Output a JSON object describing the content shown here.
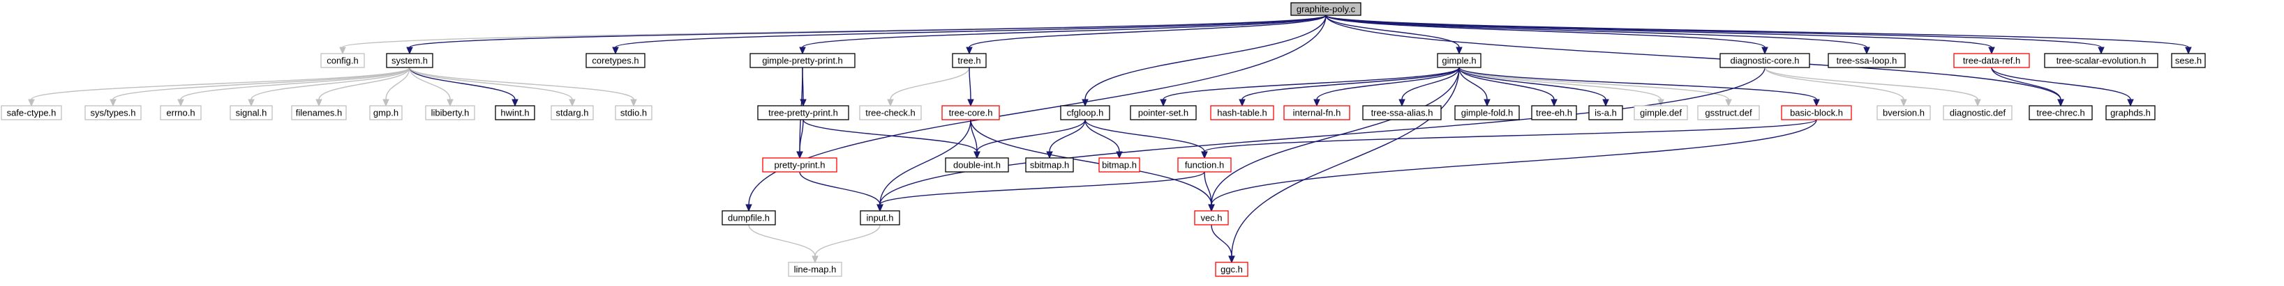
{
  "graph": {
    "nodes": [
      {
        "id": "graphite-poly.c",
        "label": "graphite-poly.c",
        "style": "root"
      },
      {
        "id": "config.h",
        "label": "config.h",
        "style": "gray"
      },
      {
        "id": "system.h",
        "label": "system.h",
        "style": "black"
      },
      {
        "id": "coretypes.h",
        "label": "coretypes.h",
        "style": "black"
      },
      {
        "id": "gimple-pretty-print.h",
        "label": "gimple-pretty-print.h",
        "style": "black"
      },
      {
        "id": "tree.h",
        "label": "tree.h",
        "style": "black"
      },
      {
        "id": "cfgloop.h",
        "label": "cfgloop.h",
        "style": "black"
      },
      {
        "id": "gimple.h",
        "label": "gimple.h",
        "style": "black"
      },
      {
        "id": "diagnostic-core.h",
        "label": "diagnostic-core.h",
        "style": "black"
      },
      {
        "id": "tree-ssa-loop.h",
        "label": "tree-ssa-loop.h",
        "style": "black"
      },
      {
        "id": "tree-data-ref.h",
        "label": "tree-data-ref.h",
        "style": "red"
      },
      {
        "id": "tree-scalar-evolution.h",
        "label": "tree-scalar-evolution.h",
        "style": "black"
      },
      {
        "id": "sese.h",
        "label": "sese.h",
        "style": "black"
      },
      {
        "id": "dumpfile.h",
        "label": "dumpfile.h",
        "style": "black"
      },
      {
        "id": "safe-ctype.h",
        "label": "safe-ctype.h",
        "style": "gray"
      },
      {
        "id": "sys/types.h",
        "label": "sys/types.h",
        "style": "gray"
      },
      {
        "id": "errno.h",
        "label": "errno.h",
        "style": "gray"
      },
      {
        "id": "signal.h",
        "label": "signal.h",
        "style": "gray"
      },
      {
        "id": "filenames.h",
        "label": "filenames.h",
        "style": "gray"
      },
      {
        "id": "gmp.h",
        "label": "gmp.h",
        "style": "gray"
      },
      {
        "id": "libiberty.h",
        "label": "libiberty.h",
        "style": "gray"
      },
      {
        "id": "hwint.h",
        "label": "hwint.h",
        "style": "black"
      },
      {
        "id": "stdarg.h",
        "label": "stdarg.h",
        "style": "gray"
      },
      {
        "id": "stdio.h",
        "label": "stdio.h",
        "style": "gray"
      },
      {
        "id": "tree-pretty-print.h",
        "label": "tree-pretty-print.h",
        "style": "black"
      },
      {
        "id": "pretty-print.h",
        "label": "pretty-print.h",
        "style": "red"
      },
      {
        "id": "tree-check.h",
        "label": "tree-check.h",
        "style": "gray"
      },
      {
        "id": "tree-core.h",
        "label": "tree-core.h",
        "style": "red"
      },
      {
        "id": "double-int.h",
        "label": "double-int.h",
        "style": "black"
      },
      {
        "id": "sbitmap.h",
        "label": "sbitmap.h",
        "style": "black"
      },
      {
        "id": "bitmap.h",
        "label": "bitmap.h",
        "style": "red"
      },
      {
        "id": "function.h",
        "label": "function.h",
        "style": "red"
      },
      {
        "id": "input.h",
        "label": "input.h",
        "style": "black"
      },
      {
        "id": "line-map.h",
        "label": "line-map.h",
        "style": "gray"
      },
      {
        "id": "vec.h",
        "label": "vec.h",
        "style": "red"
      },
      {
        "id": "ggc.h",
        "label": "ggc.h",
        "style": "red"
      },
      {
        "id": "pointer-set.h",
        "label": "pointer-set.h",
        "style": "black"
      },
      {
        "id": "hash-table.h",
        "label": "hash-table.h",
        "style": "red"
      },
      {
        "id": "internal-fn.h",
        "label": "internal-fn.h",
        "style": "red"
      },
      {
        "id": "tree-ssa-alias.h",
        "label": "tree-ssa-alias.h",
        "style": "black"
      },
      {
        "id": "gimple-fold.h",
        "label": "gimple-fold.h",
        "style": "black"
      },
      {
        "id": "tree-eh.h",
        "label": "tree-eh.h",
        "style": "black"
      },
      {
        "id": "is-a.h",
        "label": "is-a.h",
        "style": "black"
      },
      {
        "id": "gimple.def",
        "label": "gimple.def",
        "style": "gray"
      },
      {
        "id": "gsstruct.def",
        "label": "gsstruct.def",
        "style": "gray"
      },
      {
        "id": "basic-block.h",
        "label": "basic-block.h",
        "style": "red"
      },
      {
        "id": "bversion.h",
        "label": "bversion.h",
        "style": "gray"
      },
      {
        "id": "diagnostic.def",
        "label": "diagnostic.def",
        "style": "gray"
      },
      {
        "id": "tree-chrec.h",
        "label": "tree-chrec.h",
        "style": "black"
      },
      {
        "id": "graphds.h",
        "label": "graphds.h",
        "style": "black"
      }
    ],
    "edges": [
      [
        "graphite-poly.c",
        "config.h"
      ],
      [
        "graphite-poly.c",
        "system.h"
      ],
      [
        "graphite-poly.c",
        "coretypes.h"
      ],
      [
        "graphite-poly.c",
        "gimple-pretty-print.h"
      ],
      [
        "graphite-poly.c",
        "tree.h"
      ],
      [
        "graphite-poly.c",
        "cfgloop.h"
      ],
      [
        "graphite-poly.c",
        "gimple.h"
      ],
      [
        "graphite-poly.c",
        "diagnostic-core.h"
      ],
      [
        "graphite-poly.c",
        "tree-ssa-loop.h"
      ],
      [
        "graphite-poly.c",
        "tree-data-ref.h"
      ],
      [
        "graphite-poly.c",
        "tree-scalar-evolution.h"
      ],
      [
        "graphite-poly.c",
        "sese.h"
      ],
      [
        "graphite-poly.c",
        "dumpfile.h"
      ],
      [
        "graphite-poly.c",
        "tree-chrec.h"
      ],
      [
        "system.h",
        "safe-ctype.h"
      ],
      [
        "system.h",
        "sys/types.h"
      ],
      [
        "system.h",
        "errno.h"
      ],
      [
        "system.h",
        "signal.h"
      ],
      [
        "system.h",
        "filenames.h"
      ],
      [
        "system.h",
        "gmp.h"
      ],
      [
        "system.h",
        "libiberty.h"
      ],
      [
        "system.h",
        "hwint.h"
      ],
      [
        "system.h",
        "stdarg.h"
      ],
      [
        "system.h",
        "stdio.h"
      ],
      [
        "gimple-pretty-print.h",
        "tree-pretty-print.h"
      ],
      [
        "gimple-pretty-print.h",
        "pretty-print.h"
      ],
      [
        "tree-pretty-print.h",
        "pretty-print.h"
      ],
      [
        "tree-pretty-print.h",
        "double-int.h"
      ],
      [
        "pretty-print.h",
        "input.h"
      ],
      [
        "tree.h",
        "tree-check.h"
      ],
      [
        "tree.h",
        "tree-core.h"
      ],
      [
        "tree-core.h",
        "double-int.h"
      ],
      [
        "tree-core.h",
        "input.h"
      ],
      [
        "tree-core.h",
        "vec.h"
      ],
      [
        "cfgloop.h",
        "double-int.h"
      ],
      [
        "cfgloop.h",
        "sbitmap.h"
      ],
      [
        "cfgloop.h",
        "bitmap.h"
      ],
      [
        "cfgloop.h",
        "function.h"
      ],
      [
        "function.h",
        "input.h"
      ],
      [
        "function.h",
        "vec.h"
      ],
      [
        "input.h",
        "line-map.h"
      ],
      [
        "dumpfile.h",
        "line-map.h"
      ],
      [
        "vec.h",
        "ggc.h"
      ],
      [
        "gimple.h",
        "pointer-set.h"
      ],
      [
        "gimple.h",
        "hash-table.h"
      ],
      [
        "gimple.h",
        "internal-fn.h"
      ],
      [
        "gimple.h",
        "tree-ssa-alias.h"
      ],
      [
        "gimple.h",
        "gimple-fold.h"
      ],
      [
        "gimple.h",
        "tree-eh.h"
      ],
      [
        "gimple.h",
        "is-a.h"
      ],
      [
        "gimple.h",
        "gimple.def"
      ],
      [
        "gimple.h",
        "gsstruct.def"
      ],
      [
        "gimple.h",
        "basic-block.h"
      ],
      [
        "gimple.h",
        "ggc.h"
      ],
      [
        "gimple.h",
        "vec.h"
      ],
      [
        "basic-block.h",
        "function.h"
      ],
      [
        "basic-block.h",
        "vec.h"
      ],
      [
        "diagnostic-core.h",
        "input.h"
      ],
      [
        "diagnostic-core.h",
        "bversion.h"
      ],
      [
        "diagnostic-core.h",
        "diagnostic.def"
      ],
      [
        "tree-data-ref.h",
        "graphds.h"
      ],
      [
        "tree-data-ref.h",
        "tree-chrec.h"
      ]
    ]
  }
}
